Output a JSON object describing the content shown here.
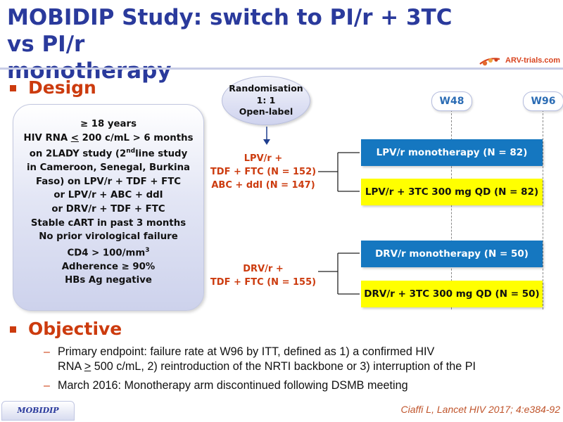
{
  "title": {
    "line1": "MOBIDIP Study: switch to PI/r + 3TC vs PI/r",
    "line2": "monotherapy"
  },
  "logo": {
    "text": "ARV-trials.com",
    "icon": "logo-icon"
  },
  "design": {
    "heading": "Design",
    "criteria": {
      "line1": "≥ 18 years",
      "line2_a": "HIV RNA ",
      "line2_lt": "<",
      "line2_b": " 200 c/mL > 6 months",
      "line3_a": "on 2LADY study (2",
      "line3_sup": "nd",
      "line3_b": "line study",
      "line4": "in Cameroon,  Senegal, Burkina",
      "line5": "Faso) on LPV/r + TDF + FTC",
      "line6": "or LPV/r + ABC + ddI",
      "line7": "or DRV/r + TDF + FTC",
      "line8": "Stable cART in past 3 months",
      "line9": "No prior  virological  failure",
      "line10_a": "CD4 > 100/mm",
      "line10_sup": "3",
      "line11": "Adherence ≥ 90%",
      "line12": "HBs Ag negative"
    },
    "randomisation": {
      "line1": "Randomisation",
      "line2": "1: 1",
      "line3": "Open-label"
    },
    "weeks": {
      "w48": "W48",
      "w96": "W96"
    },
    "group1": {
      "line1": "LPV/r +",
      "line2": "TDF + FTC (N = 152)",
      "line3": "ABC + ddI (N = 147)"
    },
    "group2": {
      "line1": "DRV/r +",
      "line2": "TDF + FTC (N = 155)"
    },
    "arms": [
      {
        "label": "LPV/r monotherapy  (N = 82)",
        "color": "#1577c0"
      },
      {
        "label": "LPV/r + 3TC 300 mg QD (N = 82)",
        "color": "#ffff00"
      },
      {
        "label": "DRV/r monotherapy  (N = 50)",
        "color": "#1577c0"
      },
      {
        "label": "DRV/r + 3TC 300 mg QD (N = 50)",
        "color": "#ffff00"
      }
    ]
  },
  "objective": {
    "heading": "Objective",
    "items": [
      {
        "part1": "Primary endpoint:  failure rate at W96 by ITT,  defined as 1) a confirmed HIV",
        "part2a": "RNA ",
        "part2_ge": ">",
        "part2b": " 500 c/mL, 2) reintroduction of the NRTI backbone or 3) interruption of the PI"
      },
      {
        "part1": "March 2016: Monotherapy arm discontinued following  DSMB meeting"
      }
    ]
  },
  "footer": {
    "study_tab": "MOBIDIP",
    "citation": "Ciaffi L, Lancet HIV 2017; 4:e384-92"
  },
  "colors": {
    "title": "#2a3a9c",
    "accent": "#cc3b0e",
    "blue_arm": "#1577c0",
    "yellow_arm": "#ffff00",
    "week_text": "#2b6cb4"
  }
}
